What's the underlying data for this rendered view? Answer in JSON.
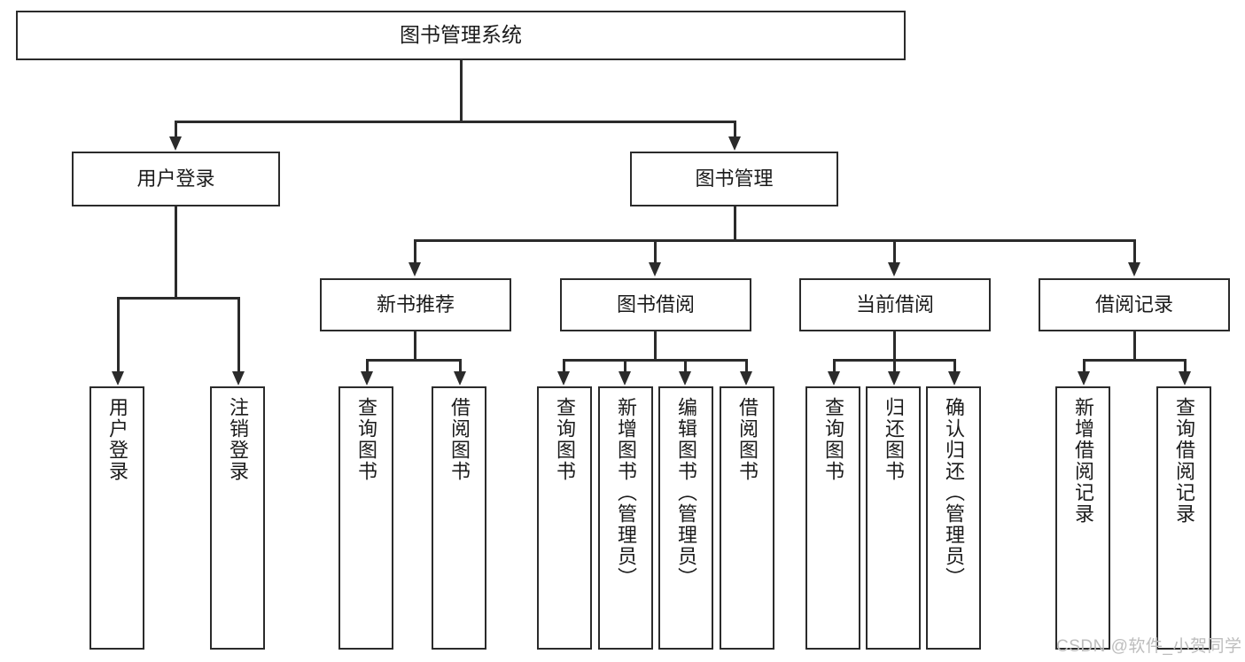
{
  "diagram": {
    "type": "hierarchy-tree",
    "title": "图书管理系统",
    "watermark": "CSDN @软件_小贺同学",
    "colors": {
      "stroke": "#2b2b2b",
      "fill": "#ffffff",
      "text": "#1b1b1b",
      "watermark": "#bdbdbd"
    },
    "levels": [
      {
        "level": 1,
        "nodes": [
          {
            "id": "root",
            "label": "图书管理系统"
          }
        ]
      },
      {
        "level": 2,
        "nodes": [
          {
            "id": "user-login",
            "label": "用户登录",
            "parent": "root"
          },
          {
            "id": "book-manage",
            "label": "图书管理",
            "parent": "root"
          }
        ]
      },
      {
        "level": 3,
        "nodes": [
          {
            "id": "new-book-rec",
            "label": "新书推荐",
            "parent": "book-manage"
          },
          {
            "id": "book-borrow",
            "label": "图书借阅",
            "parent": "book-manage"
          },
          {
            "id": "current-borrow",
            "label": "当前借阅",
            "parent": "book-manage"
          },
          {
            "id": "borrow-record",
            "label": "借阅记录",
            "parent": "book-manage"
          }
        ]
      },
      {
        "level": 4,
        "nodes": [
          {
            "id": "leaf-1",
            "label": "用户登录",
            "parent": "user-login"
          },
          {
            "id": "leaf-2",
            "label": "注销登录",
            "parent": "user-login"
          },
          {
            "id": "leaf-3",
            "label": "查询图书",
            "parent": "new-book-rec"
          },
          {
            "id": "leaf-4",
            "label": "借阅图书",
            "parent": "new-book-rec"
          },
          {
            "id": "leaf-5",
            "label": "查询图书",
            "parent": "book-borrow"
          },
          {
            "id": "leaf-6",
            "label": "新增图书（管理员）",
            "parent": "book-borrow"
          },
          {
            "id": "leaf-7",
            "label": "编辑图书（管理员）",
            "parent": "book-borrow"
          },
          {
            "id": "leaf-8",
            "label": "借阅图书",
            "parent": "book-borrow"
          },
          {
            "id": "leaf-9",
            "label": "查询图书",
            "parent": "current-borrow"
          },
          {
            "id": "leaf-10",
            "label": "归还图书",
            "parent": "current-borrow"
          },
          {
            "id": "leaf-11",
            "label": "确认归还（管理员）",
            "parent": "current-borrow"
          },
          {
            "id": "leaf-12",
            "label": "新增借阅记录",
            "parent": "borrow-record"
          },
          {
            "id": "leaf-13",
            "label": "查询借阅记录",
            "parent": "borrow-record"
          }
        ]
      }
    ]
  }
}
